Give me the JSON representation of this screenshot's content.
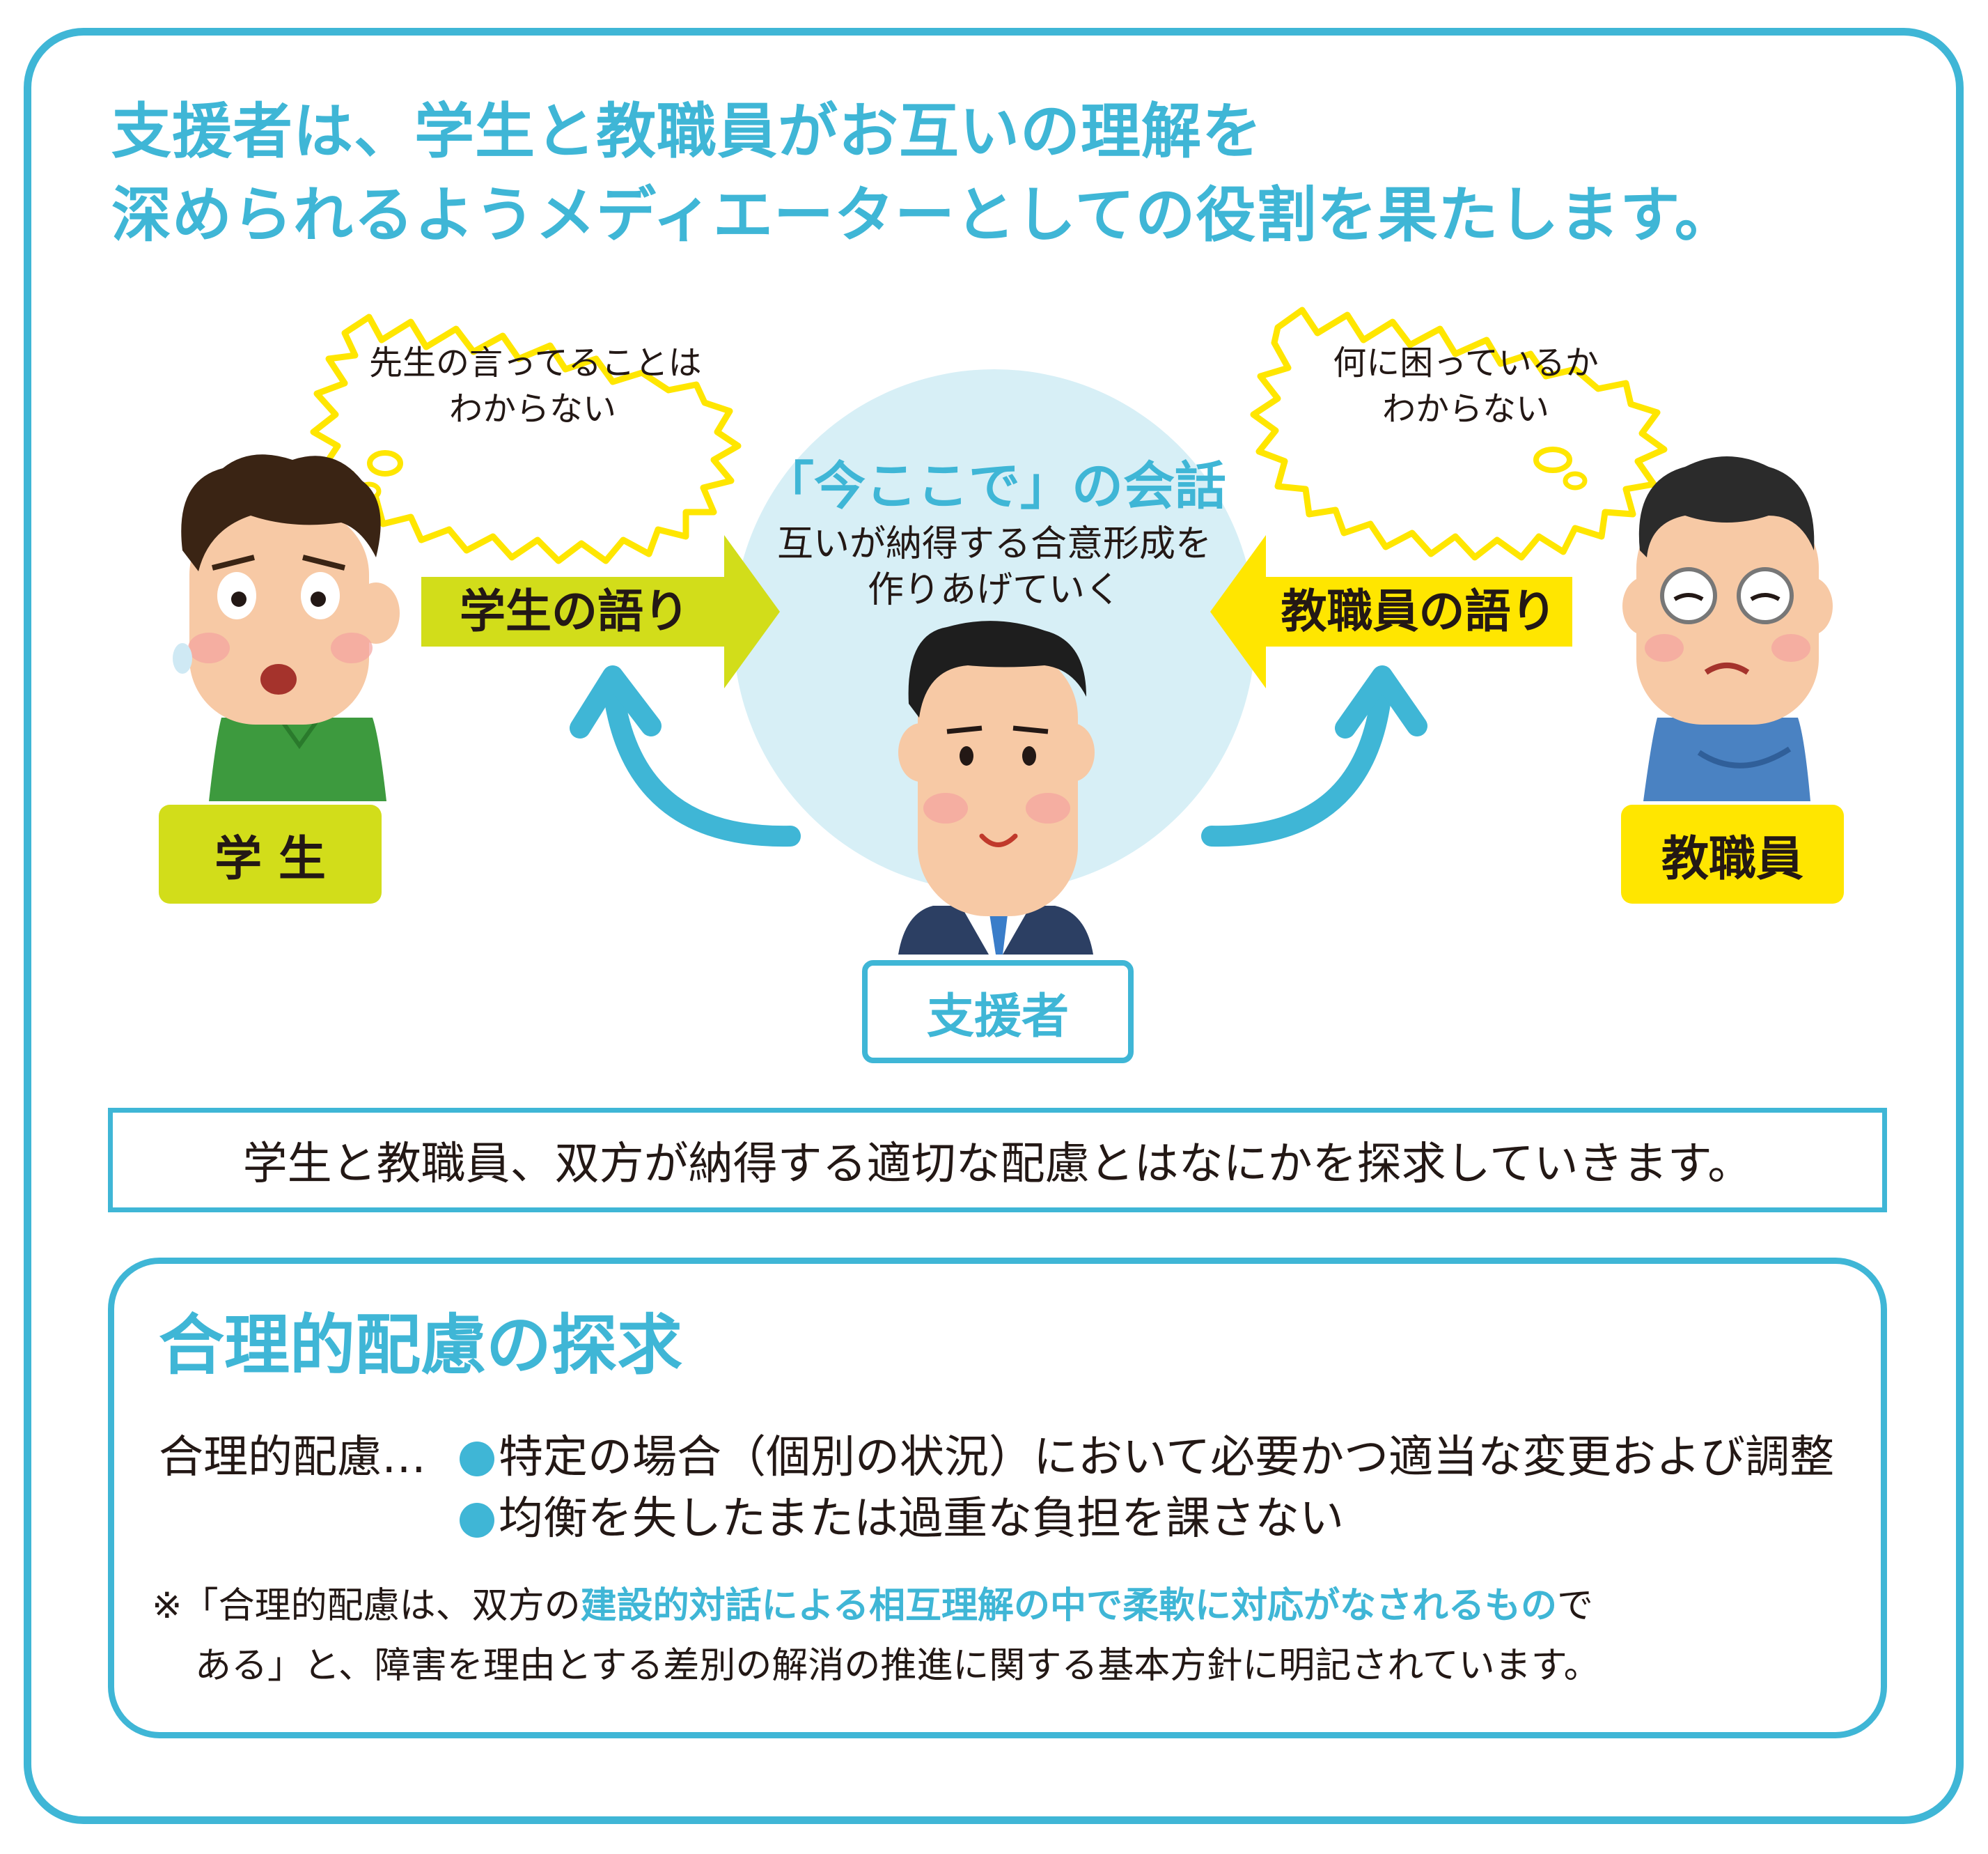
{
  "title": {
    "line1": "支援者は、学生と教職員がお互いの理解を",
    "line2": "深められるようメディエーターとしての役割を果たします。"
  },
  "student": {
    "thought_line1": "先生の言ってることは",
    "thought_line2": "わからない",
    "arrow_label": "学生の語り",
    "name_label": "学 生"
  },
  "staff": {
    "thought_line1": "何に困っているか",
    "thought_line2": "わからない",
    "arrow_label": "教職員の語り",
    "name_label": "教職員"
  },
  "center": {
    "heading": "「今ここで」の会話",
    "desc_line1": "互いが納得する合意形成を",
    "desc_line2": "作りあげていく",
    "supporter_label": "支援者"
  },
  "summary": "学生と教職員、双方が納得する適切な配慮とはなにかを探求していきます。",
  "exploration": {
    "heading": "合理的配慮の探求",
    "term": "合理的配慮…",
    "points": [
      "特定の場合（個別の状況）において必要かつ適当な変更および調整",
      "均衡を失したまたは過重な負担を課さない"
    ],
    "note_prefix": "※「合理的配慮は、双方の",
    "note_highlight": "建設的対話による相互理解の中で柔軟に対応がなされるもの",
    "note_suffix1": "で",
    "note_line2": "ある」と、障害を理由とする差別の解消の推進に関する基本方針に明記されています。"
  },
  "colors": {
    "accent_blue": "#3fb6d6",
    "student_green": "#d2dd1a",
    "staff_yellow": "#ffe600",
    "circle_bg": "#d7eff6"
  }
}
